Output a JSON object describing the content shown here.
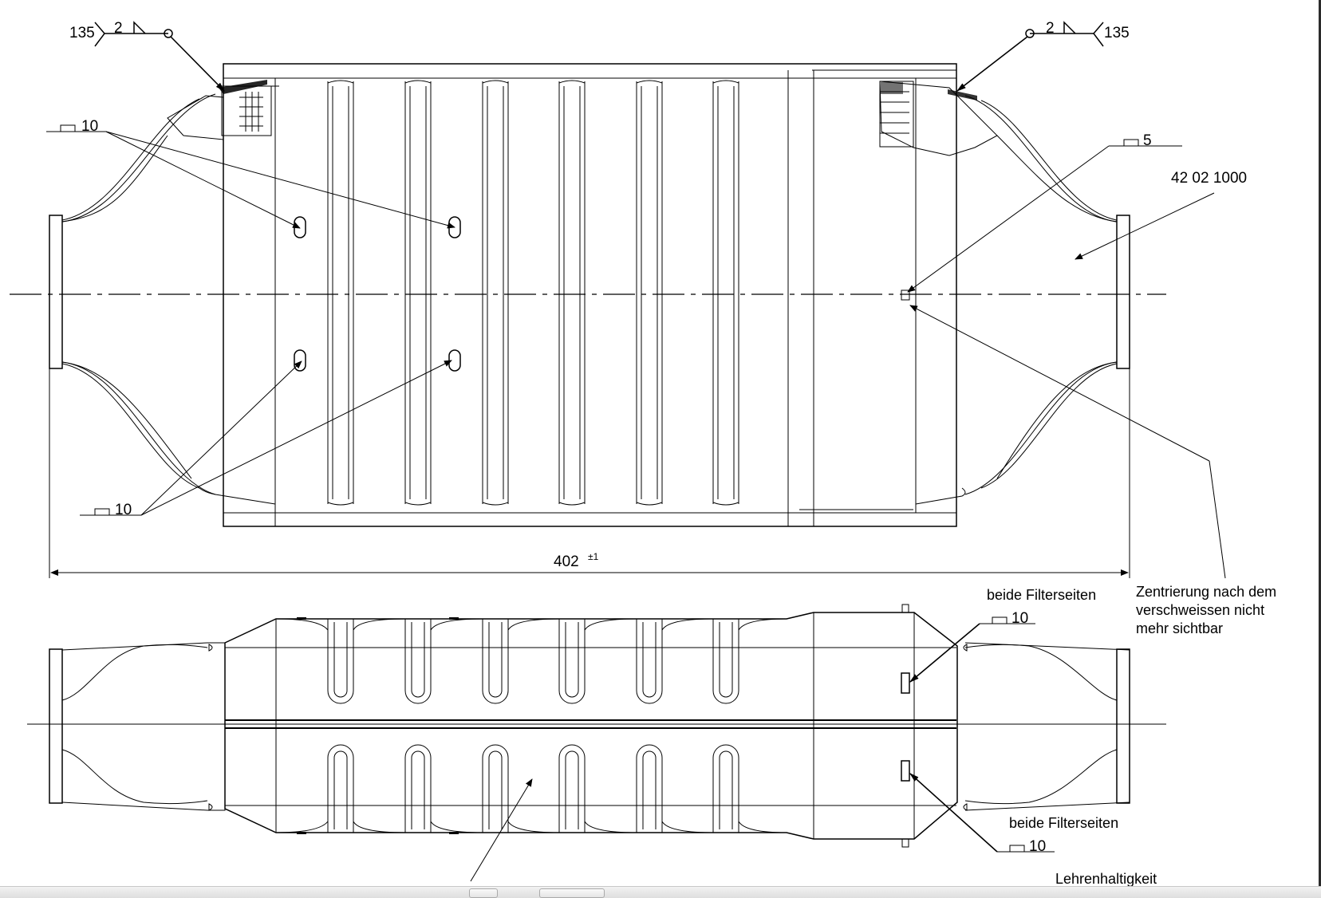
{
  "welds": {
    "left": {
      "process": "135",
      "size": "2"
    },
    "right": {
      "process": "135",
      "size": "2"
    }
  },
  "callouts": {
    "tolerance_top_left": "10",
    "tolerance_bottom_left": "10",
    "tolerance_center": "5",
    "tolerance_side_top": "10",
    "tolerance_side_bottom": "10"
  },
  "part_number": "42 02 1000",
  "dimension": {
    "value": "402",
    "tolerance": "±1"
  },
  "notes": {
    "both_sides_top": "beide Filterseiten",
    "both_sides_bottom": "beide Filterseiten",
    "centering_line1": "Zentrierung nach dem",
    "centering_line2": "verschweissen nicht",
    "centering_line3": "mehr sichtbar",
    "gauge": "Lehrenhaltigkeit"
  },
  "icons": [
    "weld-symbol-icon",
    "flatness-symbol-icon",
    "leader-arrow-icon"
  ],
  "colors": {
    "line": "#000000",
    "background": "#ffffff",
    "statusbar": "#e6e6e6"
  }
}
